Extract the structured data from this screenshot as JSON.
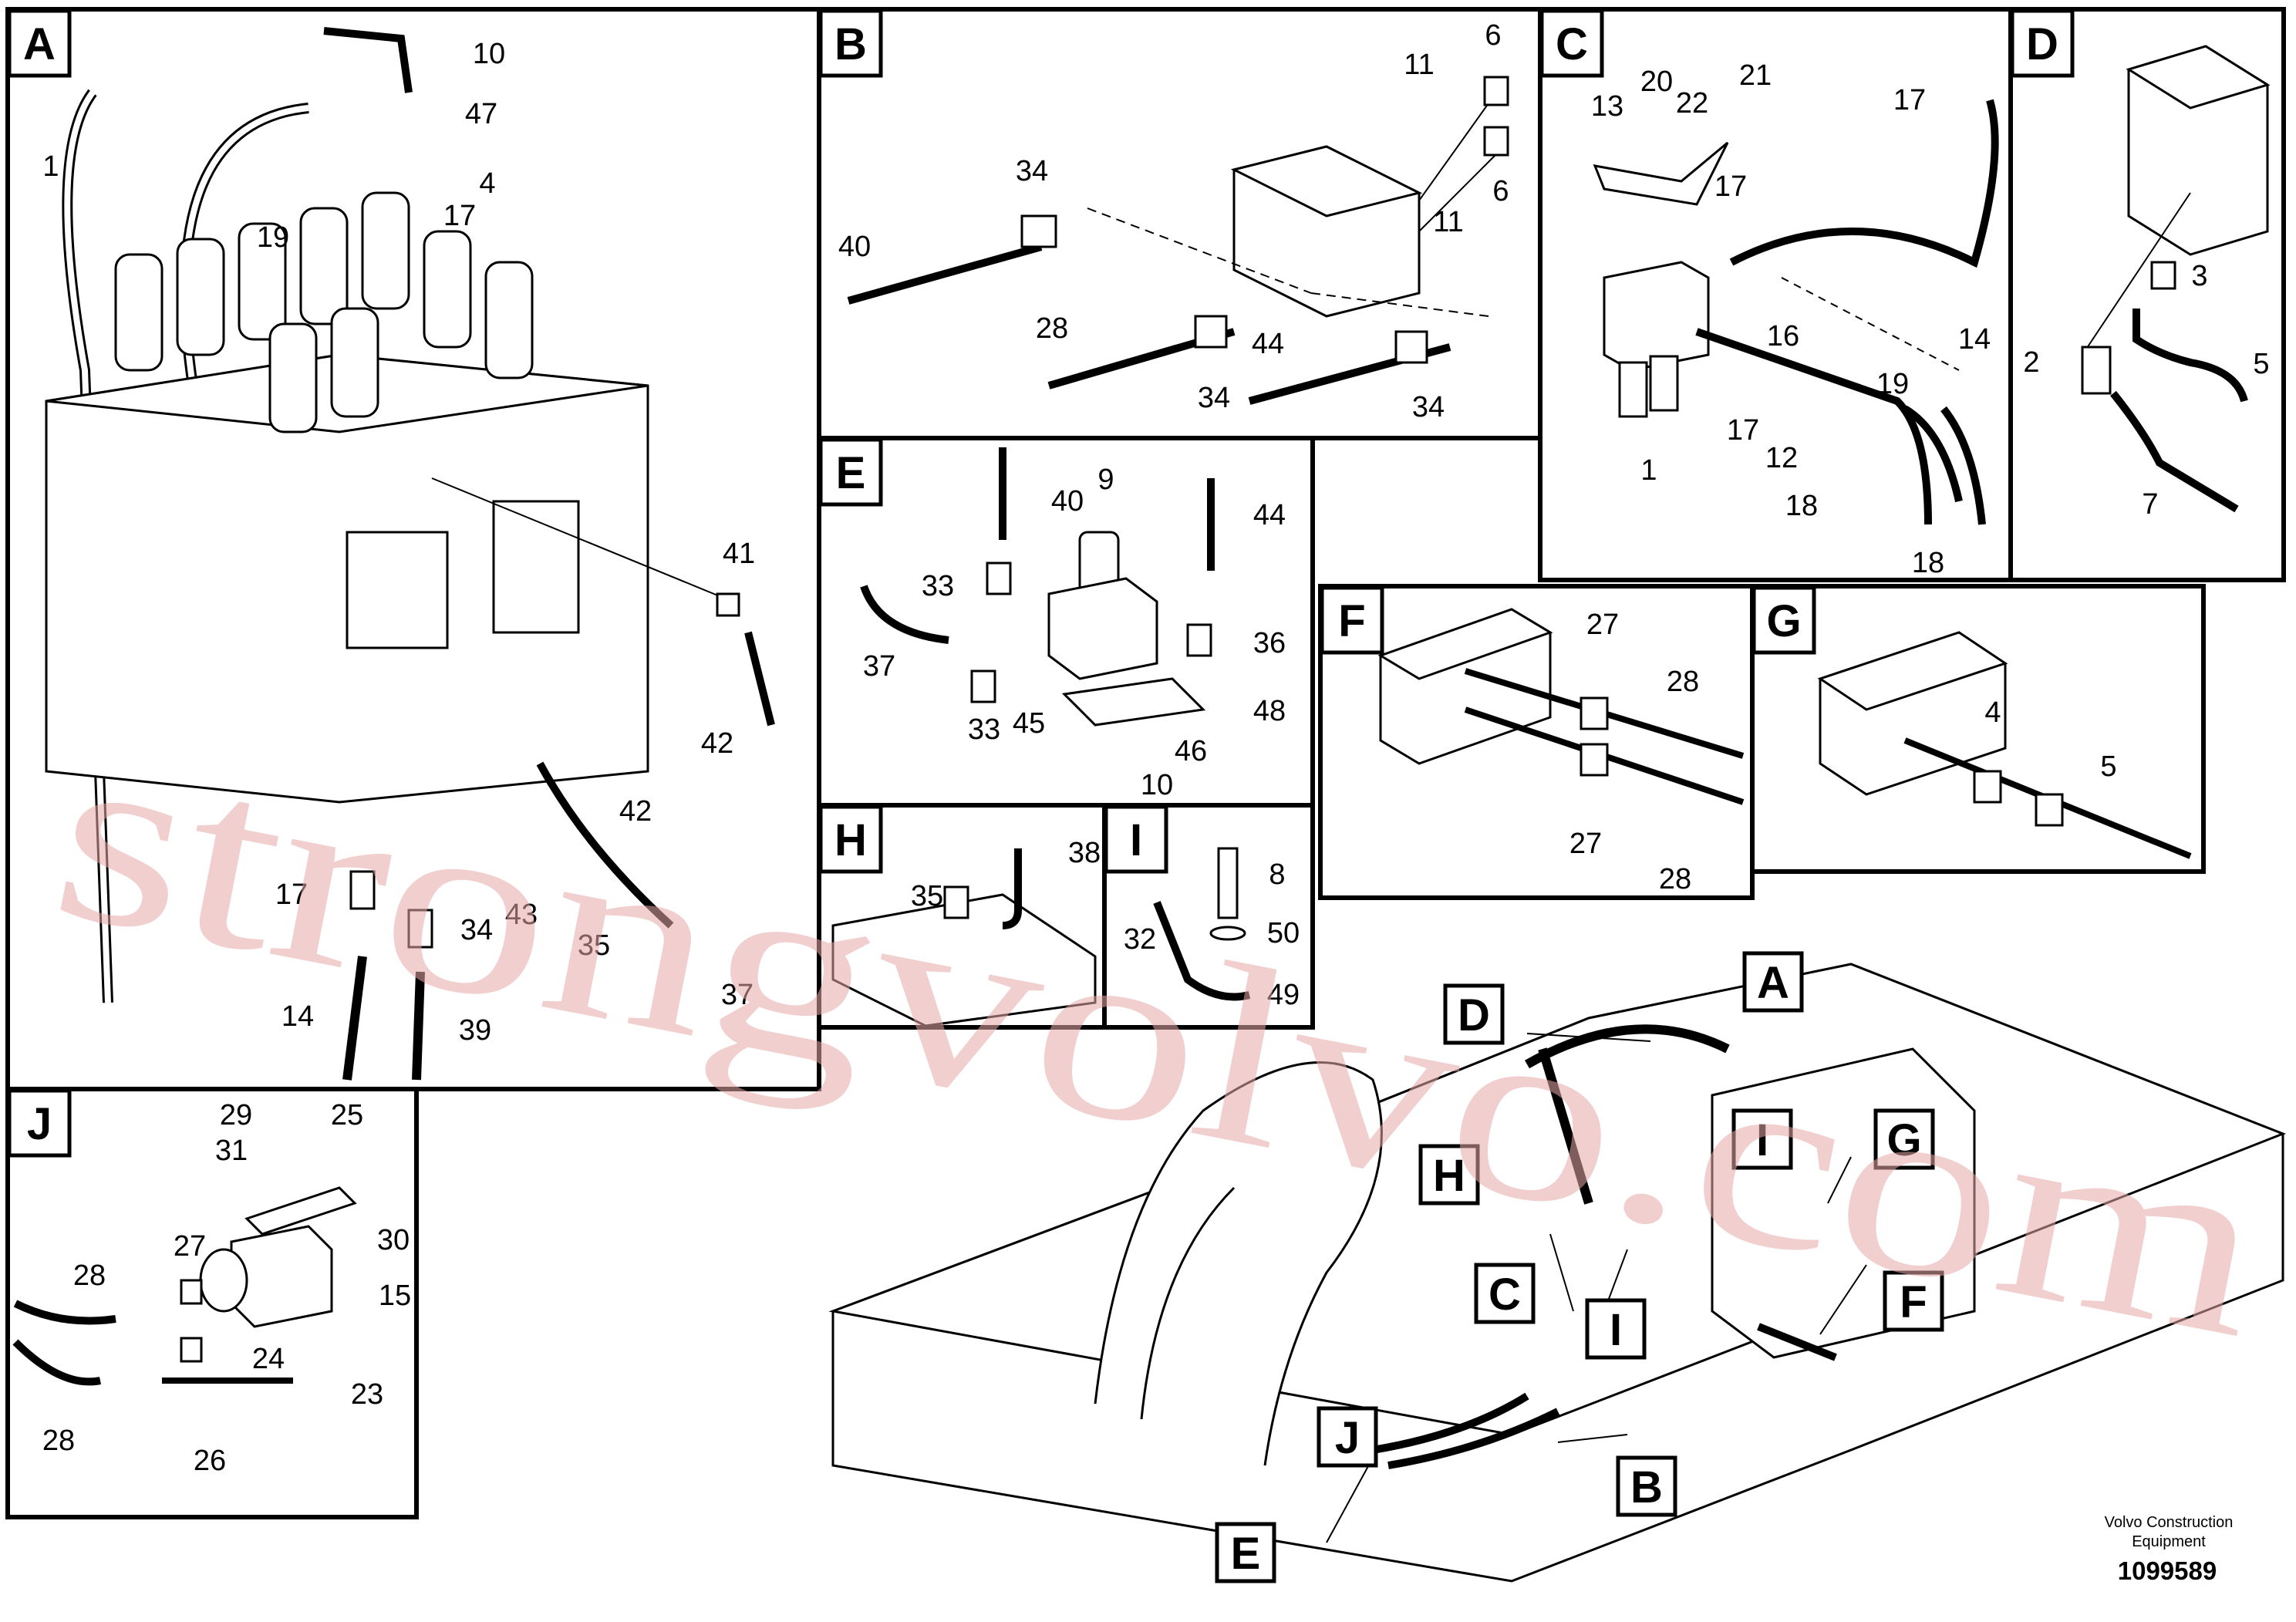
{
  "panels": {
    "A": {
      "letter": "A",
      "callouts": [
        "1",
        "10",
        "47",
        "4",
        "17",
        "19",
        "41",
        "42",
        "42",
        "17",
        "34",
        "43",
        "35",
        "37",
        "14",
        "39"
      ]
    },
    "B": {
      "letter": "B",
      "callouts": [
        "11",
        "6",
        "6",
        "11",
        "34",
        "40",
        "28",
        "34",
        "44",
        "34"
      ]
    },
    "C": {
      "letter": "C",
      "callouts": [
        "20",
        "21",
        "13",
        "22",
        "17",
        "17",
        "16",
        "14",
        "1",
        "17",
        "12",
        "19",
        "18",
        "18"
      ]
    },
    "D": {
      "letter": "D",
      "callouts": [
        "3",
        "2",
        "5",
        "7"
      ]
    },
    "E": {
      "letter": "E",
      "callouts": [
        "9",
        "40",
        "44",
        "33",
        "37",
        "36",
        "33",
        "45",
        "48",
        "46",
        "10"
      ]
    },
    "F": {
      "letter": "F",
      "callouts": [
        "27",
        "28",
        "27",
        "28"
      ]
    },
    "G": {
      "letter": "G",
      "callouts": [
        "4",
        "5"
      ]
    },
    "H": {
      "letter": "H",
      "callouts": [
        "38",
        "35"
      ]
    },
    "I": {
      "letter": "I",
      "callouts": [
        "8",
        "50",
        "32",
        "49"
      ]
    },
    "J": {
      "letter": "J",
      "callouts": [
        "29",
        "25",
        "31",
        "30",
        "27",
        "15",
        "28",
        "24",
        "23",
        "28",
        "26"
      ]
    }
  },
  "overview_labels": [
    "A",
    "D",
    "I",
    "G",
    "H",
    "C",
    "I",
    "F",
    "J",
    "B",
    "E"
  ],
  "footer": {
    "company_line1": "Volvo Construction",
    "company_line2": "Equipment",
    "drawing_number": "1099589"
  },
  "watermark": "strongvolvo.com",
  "colors": {
    "line": "#000000",
    "watermark": "#e7a9a9",
    "background": "#ffffff"
  }
}
